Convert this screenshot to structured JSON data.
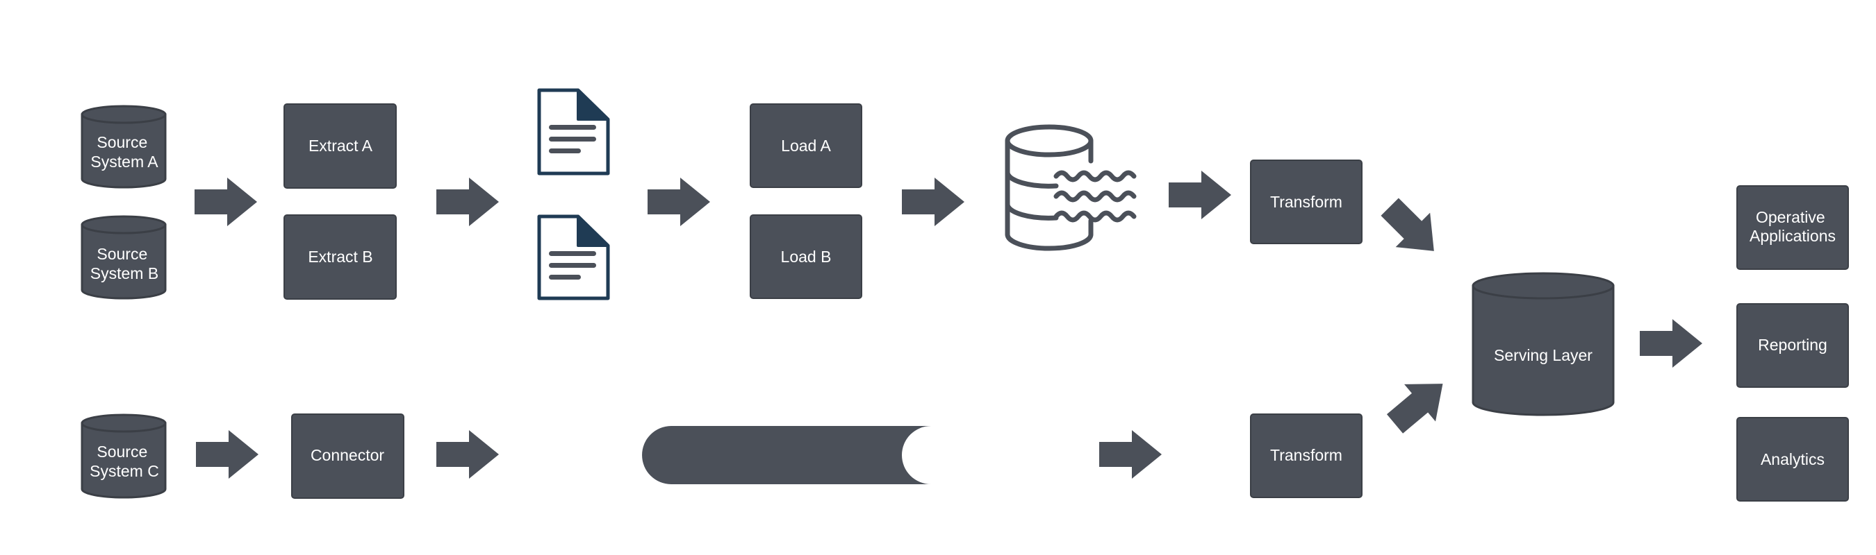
{
  "colors": {
    "node_fill": "#4b5059",
    "node_stroke": "#3b3f46",
    "document_outline": "#1f3b54",
    "background": "#ffffff"
  },
  "sources": {
    "a": [
      "Source",
      "System A"
    ],
    "b": [
      "Source",
      "System B"
    ],
    "c": [
      "Source",
      "System C"
    ]
  },
  "extract": {
    "a": "Extract A",
    "b": "Extract B"
  },
  "connector": "Connector",
  "load": {
    "a": "Load A",
    "b": "Load B"
  },
  "transform": {
    "top": "Transform",
    "bottom": "Transform"
  },
  "serving_layer": "Serving Layer",
  "outputs": {
    "operative": [
      "Operative",
      "Applications"
    ],
    "reporting": "Reporting",
    "analytics": "Analytics"
  },
  "icons": {
    "document_top": "document-icon",
    "document_bottom": "document-icon",
    "data_lake": "data-lake-icon",
    "stream_pipe": "stream-pipe-icon",
    "arrow": "arrow-right-icon"
  }
}
